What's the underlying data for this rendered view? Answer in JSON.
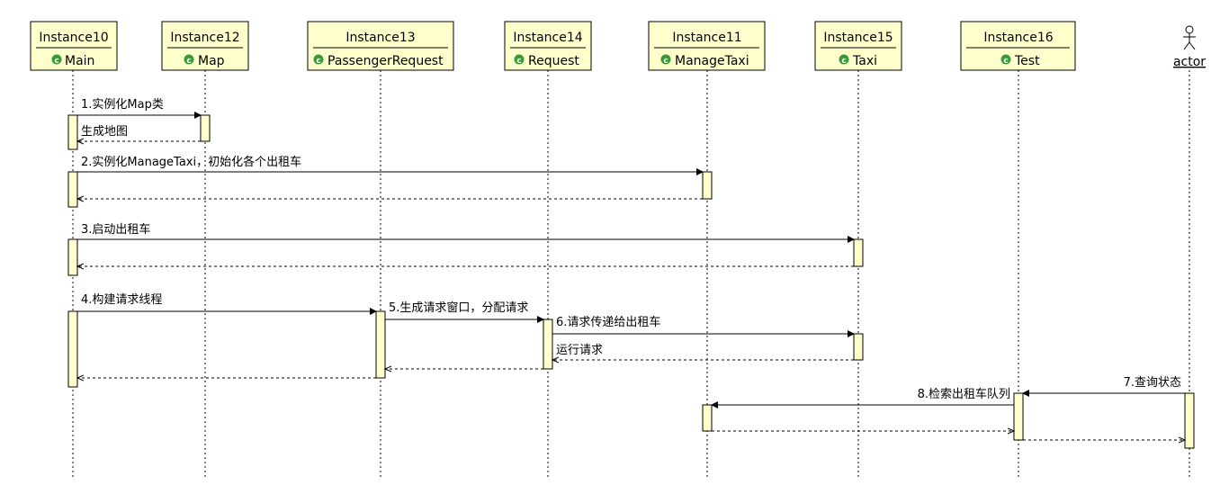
{
  "colors": {
    "box_fill": "#ffffcc",
    "box_stroke": "#000000",
    "activation_fill": "#ffffcc",
    "class_icon": "#3a9a3a",
    "line": "#000000"
  },
  "participants": [
    {
      "id": "p1",
      "name": "Instance10",
      "class": "Main",
      "kind": "object"
    },
    {
      "id": "p2",
      "name": "Instance12",
      "class": "Map",
      "kind": "object"
    },
    {
      "id": "p3",
      "name": "Instance13",
      "class": "PassengerRequest",
      "kind": "object"
    },
    {
      "id": "p4",
      "name": "Instance14",
      "class": "Request",
      "kind": "object"
    },
    {
      "id": "p5",
      "name": "Instance11",
      "class": "ManageTaxi",
      "kind": "object"
    },
    {
      "id": "p6",
      "name": "Instance15",
      "class": "Taxi",
      "kind": "object"
    },
    {
      "id": "p7",
      "name": "Instance16",
      "class": "Test",
      "kind": "object"
    },
    {
      "id": "p8",
      "name": "actor",
      "class": "",
      "kind": "actor"
    }
  ],
  "messages": [
    {
      "id": "m1",
      "label": "1.实例化Map类",
      "from": "p1",
      "to": "p2",
      "type": "call"
    },
    {
      "id": "m2",
      "label": "生成地图",
      "from": "p2",
      "to": "p1",
      "type": "return"
    },
    {
      "id": "m3",
      "label": "2.实例化ManageTaxi，初始化各个出租车",
      "from": "p1",
      "to": "p5",
      "type": "call"
    },
    {
      "id": "m4",
      "label": "",
      "from": "p5",
      "to": "p1",
      "type": "return"
    },
    {
      "id": "m5",
      "label": "3.启动出租车",
      "from": "p1",
      "to": "p6",
      "type": "call"
    },
    {
      "id": "m6",
      "label": "",
      "from": "p6",
      "to": "p1",
      "type": "return"
    },
    {
      "id": "m7",
      "label": "4.构建请求线程",
      "from": "p1",
      "to": "p3",
      "type": "call"
    },
    {
      "id": "m8",
      "label": "5.生成请求窗口，分配请求",
      "from": "p3",
      "to": "p4",
      "type": "call"
    },
    {
      "id": "m9",
      "label": "6.请求传递给出租车",
      "from": "p4",
      "to": "p6",
      "type": "call"
    },
    {
      "id": "m10",
      "label": "运行请求",
      "from": "p6",
      "to": "p4",
      "type": "return"
    },
    {
      "id": "m11",
      "label": "",
      "from": "p4",
      "to": "p3",
      "type": "return"
    },
    {
      "id": "m12",
      "label": "",
      "from": "p3",
      "to": "p1",
      "type": "return"
    },
    {
      "id": "m13",
      "label": "7.查询状态",
      "from": "p8",
      "to": "p7",
      "type": "call"
    },
    {
      "id": "m14",
      "label": "8.检索出租车队列",
      "from": "p7",
      "to": "p5",
      "type": "call"
    },
    {
      "id": "m15",
      "label": "",
      "from": "p5",
      "to": "p7",
      "type": "return"
    },
    {
      "id": "m16",
      "label": "",
      "from": "p7",
      "to": "p8",
      "type": "return"
    }
  ]
}
